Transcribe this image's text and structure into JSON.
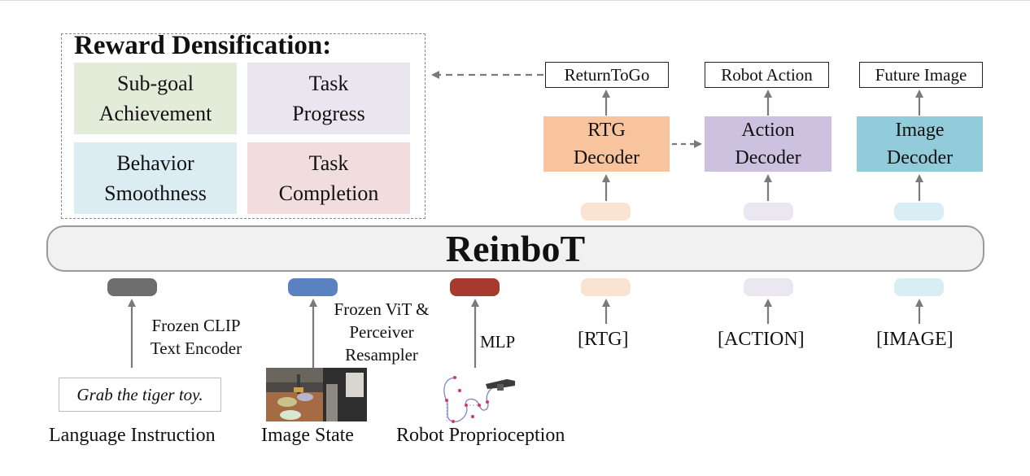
{
  "reward_panel": {
    "title": "Reward Densification:",
    "cells": [
      {
        "label": "Sub-goal\nAchievement",
        "color": "#e2ecd9"
      },
      {
        "label": "Task\nProgress",
        "color": "#e9e6ef"
      },
      {
        "label": "Behavior\nSmoothness",
        "color": "#dcecf3"
      },
      {
        "label": "Task\nCompletion",
        "color": "#f1dddd"
      }
    ]
  },
  "outputs": [
    "ReturnToGo",
    "Robot Action",
    "Future Image"
  ],
  "decoders": [
    {
      "label": "RTG\nDecoder",
      "color": "#f7c49e"
    },
    {
      "label": "Action\nDecoder",
      "color": "#cdc1e0"
    },
    {
      "label": "Image\nDecoder",
      "color": "#92ccdb"
    }
  ],
  "backbone": "ReinboT",
  "input_tokens": {
    "language_color": "#6e6e6e",
    "image_color": "#5b82c0",
    "proprio_color": "#a73a2f",
    "rtg_color": "#fbe3d2",
    "action_color": "#ebe7f1",
    "image_query_color": "#d9edf4"
  },
  "encoders": {
    "language": "Frozen CLIP\nText Encoder",
    "image": "Frozen ViT &\nPerceiver\nResampler",
    "proprio": "MLP"
  },
  "placeholders": [
    "[RTG]",
    "[ACTION]",
    "[IMAGE]"
  ],
  "instruction_text": "Grab the tiger toy.",
  "bottom_labels": [
    "Language Instruction",
    "Image State",
    "Robot Proprioception"
  ]
}
